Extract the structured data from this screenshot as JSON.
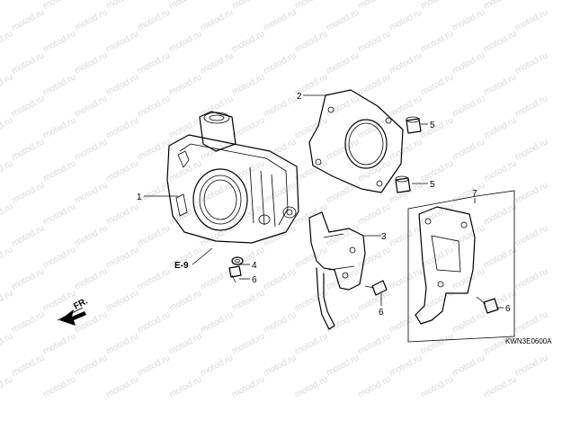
{
  "watermark": {
    "text": "motod.ru",
    "color": "#d9d9d9"
  },
  "callouts": {
    "c1": "1",
    "c2": "2",
    "c3": "3",
    "c4": "4",
    "c5a": "5",
    "c5b": "5",
    "c6a": "6",
    "c6b": "6",
    "c6c": "6",
    "c7": "7"
  },
  "reference": "E-9",
  "direction_label": "FR.",
  "diagram_code": "KWN3E0600A"
}
